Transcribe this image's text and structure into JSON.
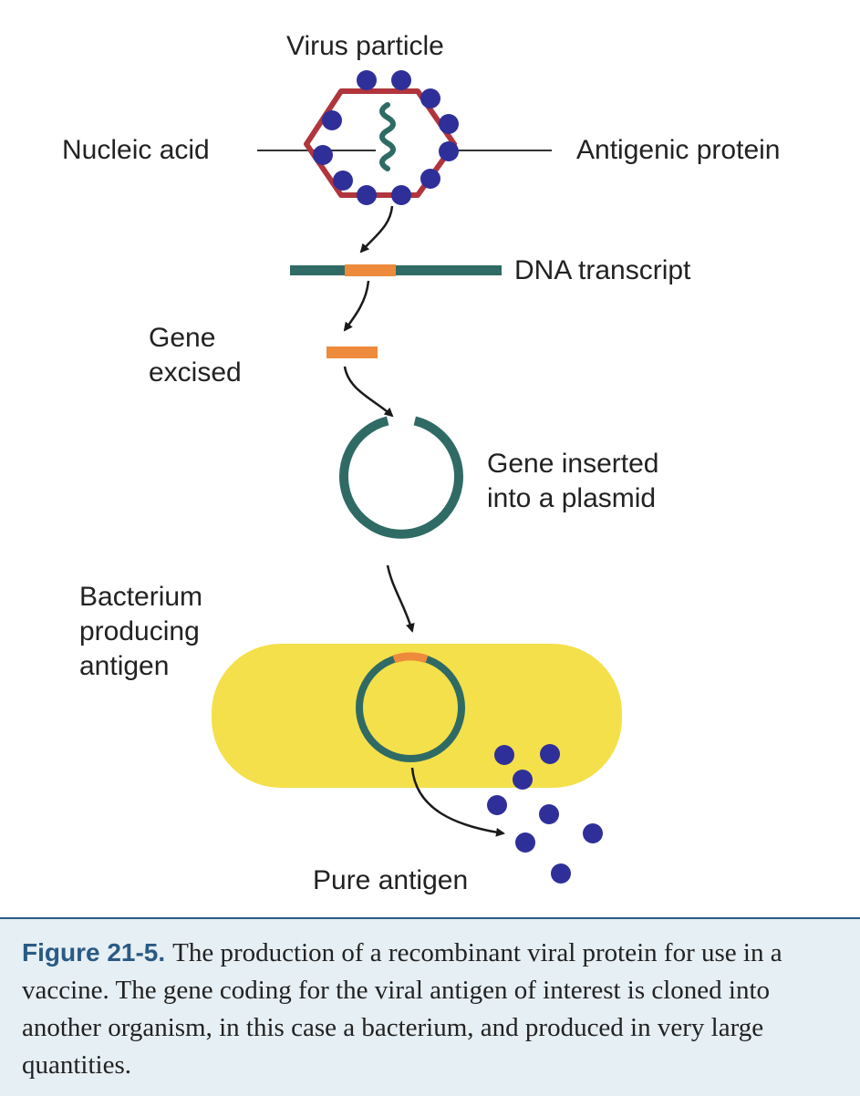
{
  "labels": {
    "virus_particle": "Virus particle",
    "nucleic_acid": "Nucleic acid",
    "antigenic_protein": "Antigenic protein",
    "dna_transcript": "DNA transcript",
    "gene_excised_line1": "Gene",
    "gene_excised_line2": "excised",
    "gene_inserted_line1": "Gene inserted",
    "gene_inserted_line2": "into a plasmid",
    "bacterium_line1": "Bacterium",
    "bacterium_line2": "producing",
    "bacterium_line3": "antigen",
    "pure_antigen": "Pure antigen"
  },
  "caption": {
    "label": "Figure 21-5.",
    "text": "The production of a recombinant viral protein for use in a vaccine. The gene coding for the viral antigen of interest is cloned into another organism, in this case a bacterium, and produced in very large quantities."
  },
  "colors": {
    "capsid": "#b0353d",
    "protein": "#2f2f9a",
    "nucleic_acid": "#2f6b64",
    "dna": "#2f6b64",
    "gene": "#ee8a3c",
    "plasmid": "#2f6b64",
    "bacterium": "#f4e04a",
    "arrow": "#1a1a1a",
    "caption_label": "#2a5a85",
    "caption_bg": "#e6eff3"
  }
}
